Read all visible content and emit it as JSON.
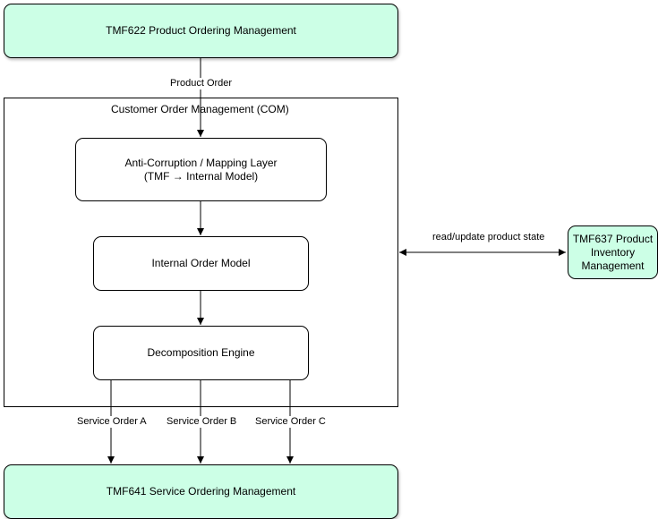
{
  "top": {
    "title": "TMF622 Product Ordering Management"
  },
  "com": {
    "title": "Customer Order Management (COM)"
  },
  "acl": {
    "line1": "Anti-Corruption / Mapping Layer",
    "line2": "(TMF → Internal Model)"
  },
  "internal": {
    "title": "Internal Order Model"
  },
  "decomp": {
    "title": "Decomposition Engine"
  },
  "bottom": {
    "title": "TMF641 Service Ordering Management"
  },
  "inventory": {
    "line1": "TMF637 Product",
    "line2": "Inventory",
    "line3": "Management"
  },
  "edges": {
    "product_order": "Product Order",
    "read_update": "read/update product state",
    "service_a": "Service Order A",
    "service_b": "Service Order B",
    "service_c": "Service Order C"
  },
  "colors": {
    "green_fill": "#ccffe6",
    "stroke": "#000000"
  }
}
